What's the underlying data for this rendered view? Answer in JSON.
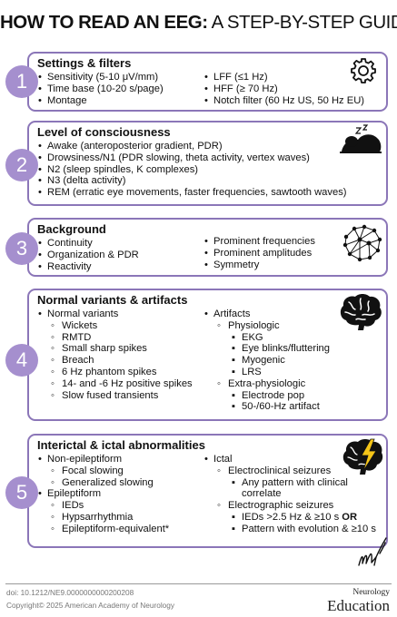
{
  "title": {
    "bold": "HOW TO READ AN EEG:",
    "rest": " A STEP-BY-STEP GUIDE"
  },
  "colors": {
    "border": "#8b76b8",
    "badge": "#a58fce",
    "text": "#111111"
  },
  "sections": [
    {
      "number": "1",
      "heading": "Settings & filters",
      "icon": "gear-icon",
      "left": [
        "Sensitivity (5-10 μV/mm)",
        "Time base (10-20 s/page)",
        "Montage"
      ],
      "right": [
        "LFF (≤1 Hz)",
        "HFF (≥ 70 Hz)",
        "Notch filter (60 Hz US, 50 Hz EU)"
      ]
    },
    {
      "number": "2",
      "heading": "Level of consciousness",
      "icon": "sleeping-person-icon",
      "items": [
        "Awake (anteroposterior gradient, PDR)",
        "Drowsiness/N1 (PDR slowing, theta activity, vertex waves)",
        "N2 (sleep spindles, K complexes)",
        "N3 (delta activity)",
        "REM (erratic eye movements, faster frequencies, sawtooth waves)"
      ]
    },
    {
      "number": "3",
      "heading": "Background",
      "icon": "neural-network-icon",
      "left": [
        "Continuity",
        "Organization & PDR",
        "Reactivity"
      ],
      "right": [
        "Prominent frequencies",
        "Prominent amplitudes",
        "Symmetry"
      ]
    },
    {
      "number": "4",
      "heading": "Normal variants & artifacts",
      "icon": "brain-icon",
      "normal_variants": "Normal variants",
      "variants": [
        "Wickets",
        "RMTD",
        "Small sharp spikes",
        "Breach",
        "6 Hz phantom spikes",
        "14- and -6 Hz positive spikes",
        "Slow fused transients"
      ],
      "artifacts": "Artifacts",
      "physiologic": "Physiologic",
      "physiologic_items": [
        "EKG",
        "Eye blinks/fluttering",
        "Myogenic",
        "LRS"
      ],
      "extra": "Extra-physiologic",
      "extra_items": [
        "Electrode pop",
        "50-/60-Hz artifact"
      ]
    },
    {
      "number": "5",
      "heading": "Interictal & ictal abnormalities",
      "icon": "brain-lightning-icon",
      "non_epileptiform": "Non-epileptiform",
      "non_items": [
        "Focal slowing",
        "Generalized slowing"
      ],
      "epileptiform": "Epileptiform",
      "epi_items": [
        "IEDs",
        "Hypsarrhythmia",
        "Epileptiform-equivalent*"
      ],
      "ictal": "Ictal",
      "electroclinical": "Electroclinical seizures",
      "electroclinical_item_1": "Any pattern with clinical",
      "electroclinical_item_2": "correlate",
      "electrographic": "Electrographic seizures",
      "electrographic_item_1": "IEDs >2.5 Hz & ≥10 s ",
      "electrographic_or": "OR",
      "electrographic_item_2": "Pattern with evolution & ≥10 s"
    }
  ],
  "footer": {
    "doi": "doi: 10.1212/NE9.0000000000200208",
    "copyright": "Copyright© 2025 American Academy of Neurology",
    "brand_small": "Neurology",
    "brand_big": "Education"
  }
}
